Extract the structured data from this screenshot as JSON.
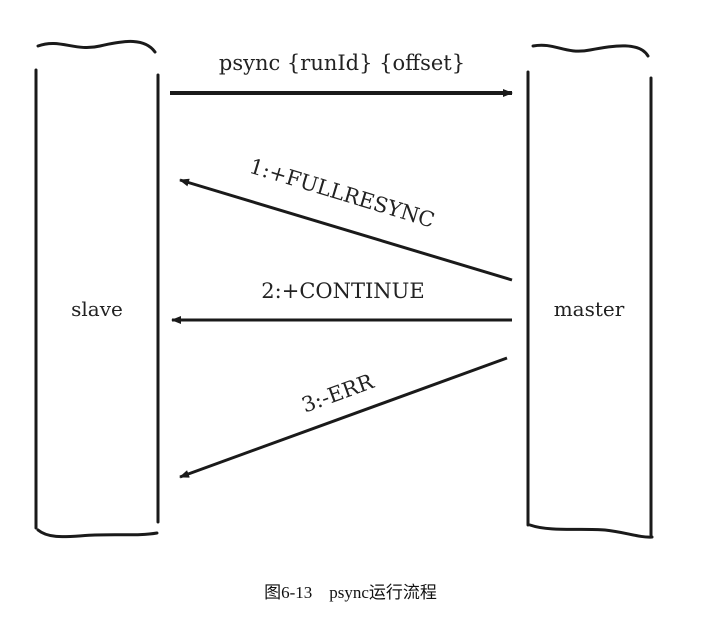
{
  "nodes": {
    "slave": "slave",
    "master": "master"
  },
  "messages": [
    {
      "label": "psync {runId} {offset}",
      "direction": "slave-to-master"
    },
    {
      "label": "1:+FULLRESYNC",
      "direction": "master-to-slave"
    },
    {
      "label": "2:+CONTINUE",
      "direction": "master-to-slave"
    },
    {
      "label": "3:-ERR",
      "direction": "master-to-slave"
    }
  ],
  "caption": "图6-13    psync运行流程",
  "colors": {
    "stroke": "#1a1a1a"
  }
}
